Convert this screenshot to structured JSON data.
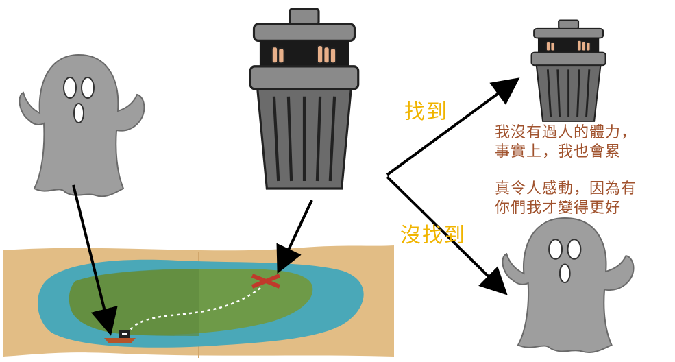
{
  "labels": {
    "found": "找到",
    "not_found": "沒找到"
  },
  "quotes": {
    "trashcan_line1": "我沒有過人的體力，",
    "trashcan_line2": "事實上，我也會累",
    "ghost_line1": "真令人感動，因為有",
    "ghost_line2": "你們我才變得更好"
  },
  "colors": {
    "label_yellow": "#f0b400",
    "quote_brown": "#a0522d",
    "ghost_gray": "#9e9e9e",
    "trash_gray": "#6b6b6b",
    "map_water": "#4aa8b8",
    "map_land": "#6e9a48",
    "map_paper": "#e2bd85",
    "x_mark": "#c0392b"
  }
}
